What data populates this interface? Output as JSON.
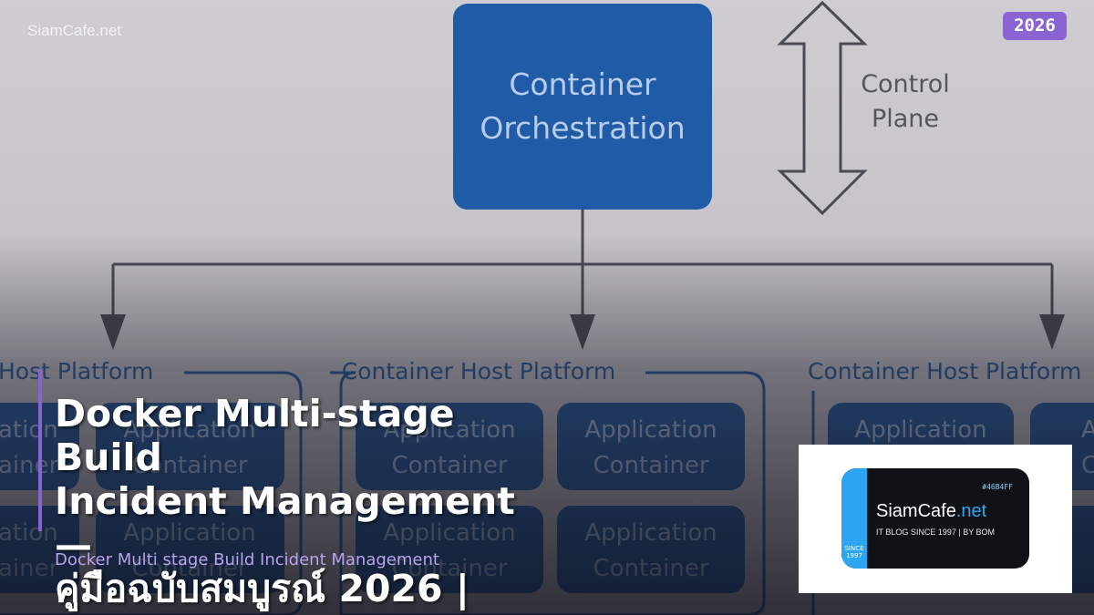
{
  "diagram": {
    "orchestrator": [
      "Container",
      "Orchestration"
    ],
    "control_plane": [
      "Control",
      "Plane"
    ],
    "hosts": [
      {
        "label": "Host Platform"
      },
      {
        "label": "Container Host Platform"
      },
      {
        "label": "Container Host Platform"
      }
    ],
    "app_label": [
      "Application",
      "Container"
    ],
    "partial_app": [
      "ation",
      "ainer"
    ],
    "partial_app_right": [
      "App",
      "Co"
    ]
  },
  "brand": "SiamCafe.net",
  "year_badge": "2026",
  "article": {
    "title_line1": "Docker Multi-stage Build",
    "title_line2": "Incident Management —",
    "title_line3": "คู่มือฉบับสมบูรณ์ 2026 |",
    "subtitle": "Docker Multi stage Build Incident Management"
  },
  "logo": {
    "hex": "#46B4FF",
    "name_main": "SiamCafe",
    "name_accent": ".net",
    "tagline": "IT BLOG SINCE 1997 | BY BOM",
    "since": "SINCE 1997"
  },
  "colors": {
    "orchestrator_fill": "#1f5ba6",
    "container_fill": "#2d5f9e",
    "line": "#4a4a55",
    "accent": "#8a63d2"
  }
}
